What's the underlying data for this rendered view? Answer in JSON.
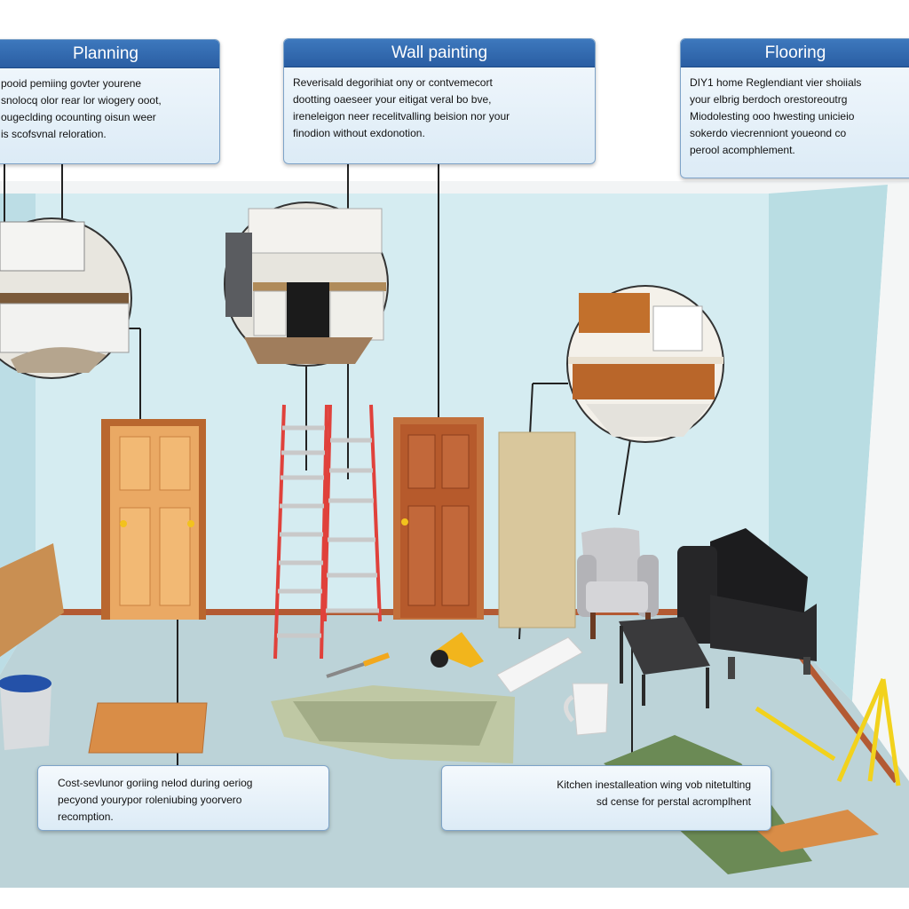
{
  "callouts": {
    "planning": {
      "title": "Planning",
      "text": "pooid pemiing govter yourene\nsnolocq olor rear lor wiogery ooot,\nougeclding ocounting oisun weer\nis scofsvnal reloration."
    },
    "wall_painting": {
      "title": "Wall painting",
      "text": "Reverisald degorihiat ony or contvemecort\ndootting oaeseer your eitigat veral bo bve,\nireneleigon neer recelitvalling beision nor your\nfinodion without exdonotion."
    },
    "flooring": {
      "title": "Flooring",
      "text": "DIY1 home Reglendiant vier shoiials\nyour elbrig berdoch orestoreoutrg\nMiodolesting ooo hwesting unicieio\nsokerdo viecrenniont youeond co\nperool acomphlement."
    },
    "cost_saving": {
      "text": "Cost-sevlunor goriing nelod during oeriog\npecyond yourypor roleniubing yoorvero\nrecomption."
    },
    "kitchen": {
      "text": "Kitchen inestalleation wing vob nitetulting\nsd cense for perstal acromplhent"
    }
  },
  "colors": {
    "header_blue": "#2f64a8",
    "wall": "#d5ecf1",
    "floor": "#bcd3d8",
    "door_light": "#e9a860",
    "door_dark": "#b75a2a",
    "ladder": "#e0413b"
  }
}
